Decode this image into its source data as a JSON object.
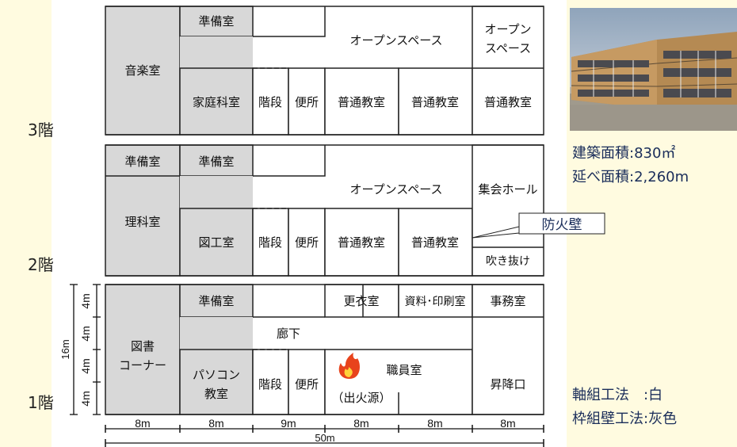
{
  "floors": {
    "f3": {
      "label": "3階",
      "rooms": {
        "ongakushitsu": "音楽室",
        "junbishitsu": "準備室",
        "open_space": "オープンスペース",
        "open_space2": "オープン\nスペース",
        "kateika": "家庭科室",
        "kaidan": "階段",
        "benjo": "便所",
        "futsu1": "普通教室",
        "futsu2": "普通教室",
        "futsu3": "普通教室"
      }
    },
    "f2": {
      "label": "2階",
      "rooms": {
        "junbi1": "準備室",
        "junbi2": "準備室",
        "rikashitsu": "理科室",
        "zukou": "図工室",
        "kaidan": "階段",
        "benjo": "便所",
        "open_space": "オープンスペース",
        "futsu1": "普通教室",
        "futsu2": "普通教室",
        "shukai": "集会ホール",
        "fukinuke": "吹き抜け"
      }
    },
    "f1": {
      "label": "1階",
      "rooms": {
        "tosho": "図書\nコーナー",
        "junbi": "準備室",
        "koui": "更衣室",
        "shiryou": "資料･印刷室",
        "jimu": "事務室",
        "rouka": "廊下",
        "pc": "パソコン\n教室",
        "kaidan": "階段",
        "benjo": "便所",
        "shokuin": "職員室",
        "shukka": "（出火源）",
        "shokou": "昇降口"
      }
    }
  },
  "firewall_label": "防火壁",
  "dimensions": {
    "widths": [
      "8m",
      "8m",
      "9m",
      "8m",
      "8m",
      "8m"
    ],
    "total": "50m",
    "depths": [
      "4m",
      "4m",
      "4m",
      "4m"
    ],
    "depth_total": "16m"
  },
  "info": {
    "building_area": "建築面積:830㎡",
    "floor_area": "延べ面積:2,260m"
  },
  "legend": {
    "line1": "軸組工法　:白",
    "line2": "枠組壁工法:灰色"
  },
  "colors": {
    "gray": "#d8d8d8",
    "text_blue": "#1a2d5a",
    "background": "#fffbe0"
  }
}
